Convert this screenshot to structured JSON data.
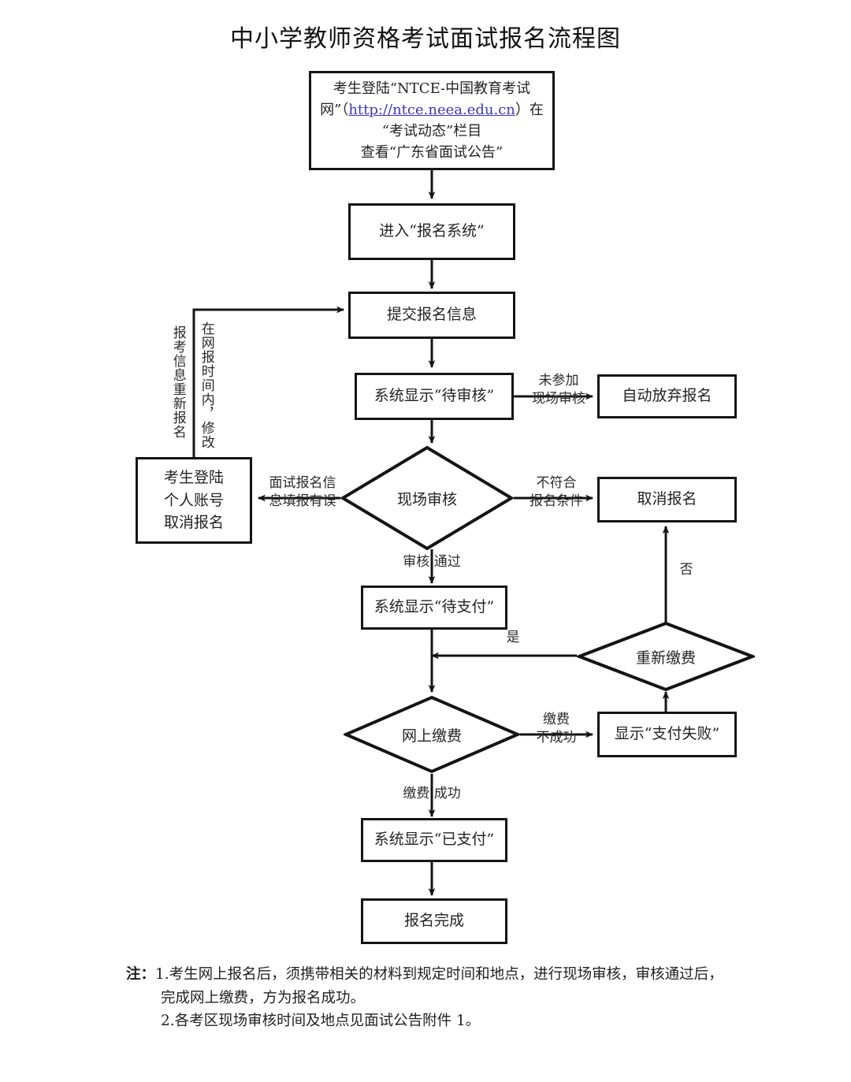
{
  "title": "中小学教师资格考试面试报名流程图",
  "diagram": {
    "type": "flowchart",
    "nodes": {
      "login_site": {
        "line1": "考生登陆“NTCE-中国教育考试",
        "line2_pre": "网”（",
        "link": "http://ntce.neea.edu.cn",
        "line2_post": "）在",
        "line3": "“考试动态”栏目",
        "line4": "查看“广东省面试公告”"
      },
      "enter_system": {
        "label": "进入“报名系统”"
      },
      "submit_info": {
        "label": "提交报名信息"
      },
      "pending_review": {
        "label": "系统显示“待审核”"
      },
      "auto_abandon": {
        "label": "自动放弃报名"
      },
      "onsite_review": {
        "label": "现场审核"
      },
      "cancel_by_self": {
        "line1": "考生登陆",
        "line2": "个人账号",
        "line3": "取消报名"
      },
      "cancel_registration": {
        "label": "取消报名"
      },
      "pending_payment": {
        "label": "系统显示“待支付”"
      },
      "repay": {
        "label": "重新缴费"
      },
      "online_payment": {
        "label": "网上缴费"
      },
      "payment_failed": {
        "label": "显示“支付失败”"
      },
      "paid": {
        "label": "系统显示“已支付”"
      },
      "finished": {
        "label": "报名完成"
      }
    },
    "edge_labels": {
      "not_attend_onsite": "未参加\n现场审核",
      "info_error": "面试报名信\n息填报有误",
      "not_qualified": "不符合\n报名条件",
      "review_passed": "审核 通过",
      "modify_in_window": "在网报时间内，修改",
      "re_register_info": "报考信息重新报名",
      "repay_yes": "是",
      "repay_no": "否",
      "pay_failed": "缴费\n不成功",
      "pay_success": "缴费 成功"
    }
  },
  "notes": {
    "lead": "注：",
    "item1_a": "1.考生网上报名后，须携带相关的材料到规定时间和地点，进行现场审核，审核通过后，",
    "item1_b": "完成网上缴费，方为报名成功。",
    "item2": "2.各考区现场审核时间及地点见面试公告附件 1。"
  },
  "colors": {
    "stroke": "#141414",
    "text": "#232323",
    "link": "#3b36c4",
    "background": "#ffffff"
  }
}
